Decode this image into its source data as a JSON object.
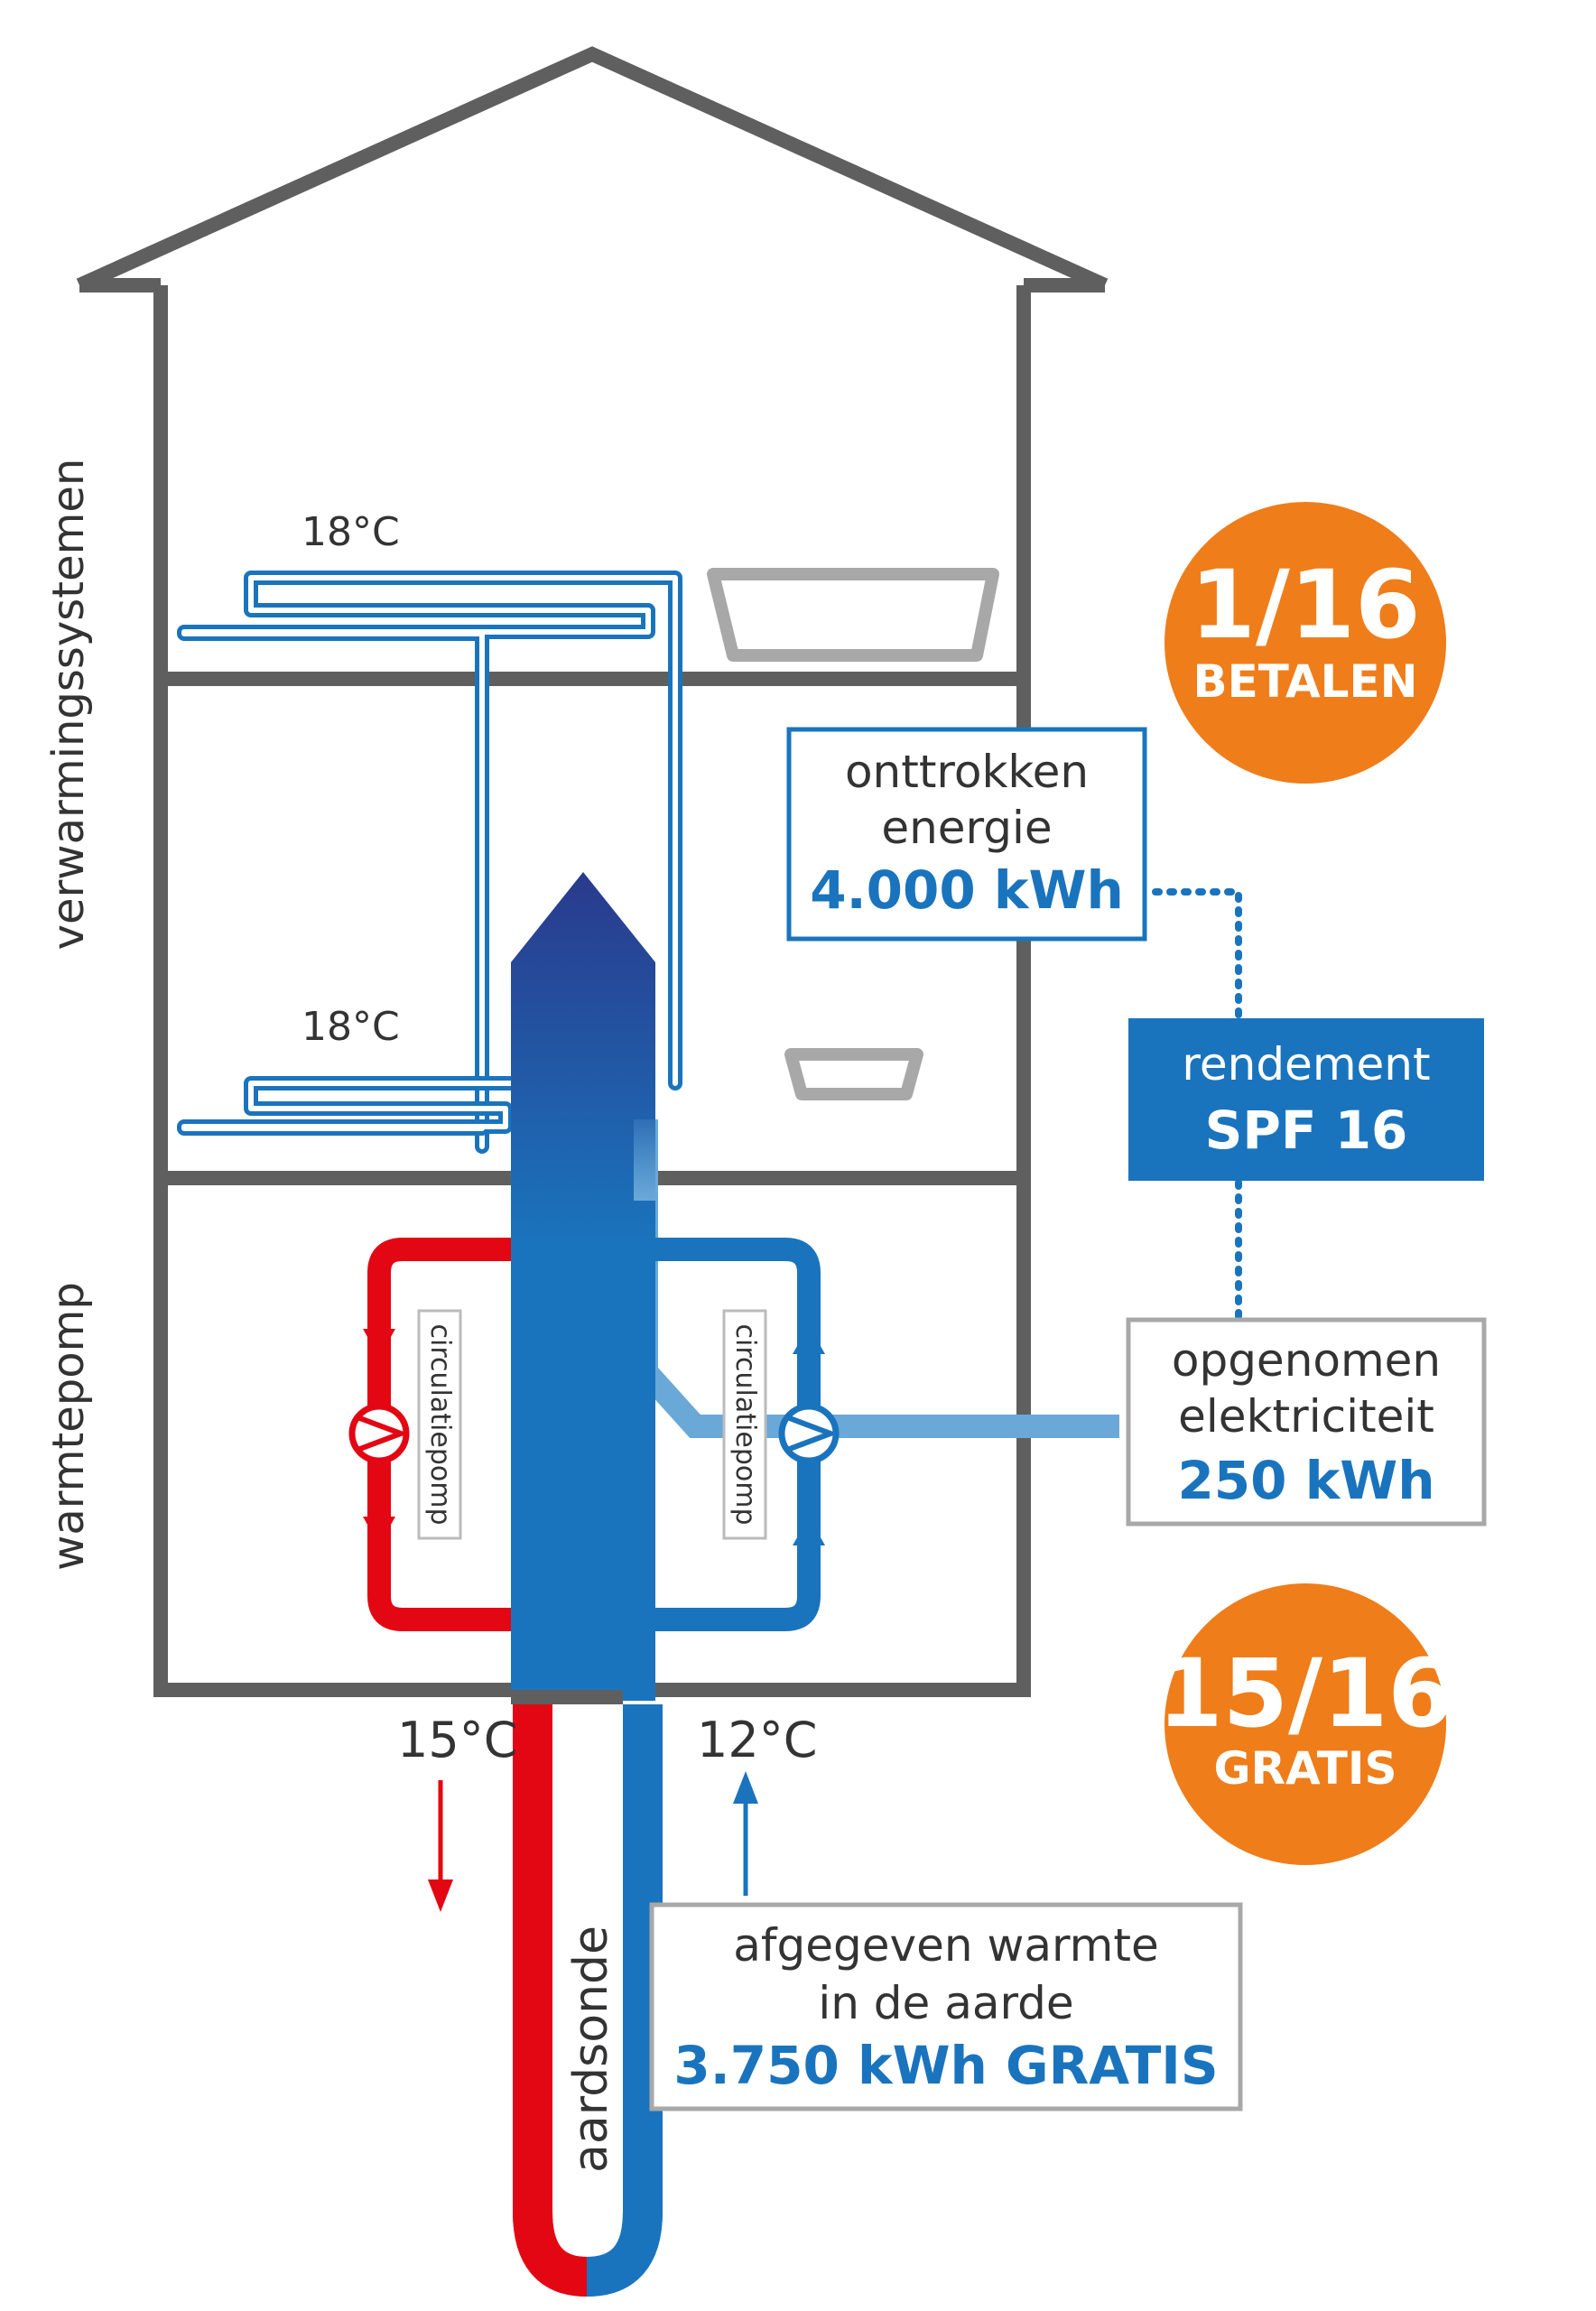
{
  "labels": {
    "heating_systems": "verwarmingssystemen",
    "heat_pump": "warmtepomp",
    "ground_probe": "aardsonde",
    "circulation_pump": "circulatiepomp"
  },
  "temperatures": {
    "upper_floor": "18°C",
    "middle_floor": "18°C",
    "outflow": "15°C",
    "inflow": "12°C"
  },
  "extracted_energy": {
    "line1": "onttrokken",
    "line2": "energie",
    "value": "4.000 kWh"
  },
  "efficiency": {
    "label": "rendement",
    "value": "SPF 16"
  },
  "consumed_electricity": {
    "line1": "opgenomen",
    "line2": "elektriciteit",
    "value": "250 kWh"
  },
  "released_heat": {
    "line1": "afgegeven warmte",
    "line2": "in de aarde",
    "value": "3.750 kWh GRATIS"
  },
  "badge_pay": {
    "fraction": "1/16",
    "text": "BETALEN"
  },
  "badge_free": {
    "fraction": "15/16",
    "text": "GRATIS"
  },
  "colors": {
    "wall": "#5f5f5f",
    "blue": "#1a74bd",
    "light_blue": "#6aa8d8",
    "red": "#e30613",
    "orange": "#ef7d1a",
    "dark_blue": "#2a3a8c",
    "grey_box": "#a8a8a8"
  }
}
